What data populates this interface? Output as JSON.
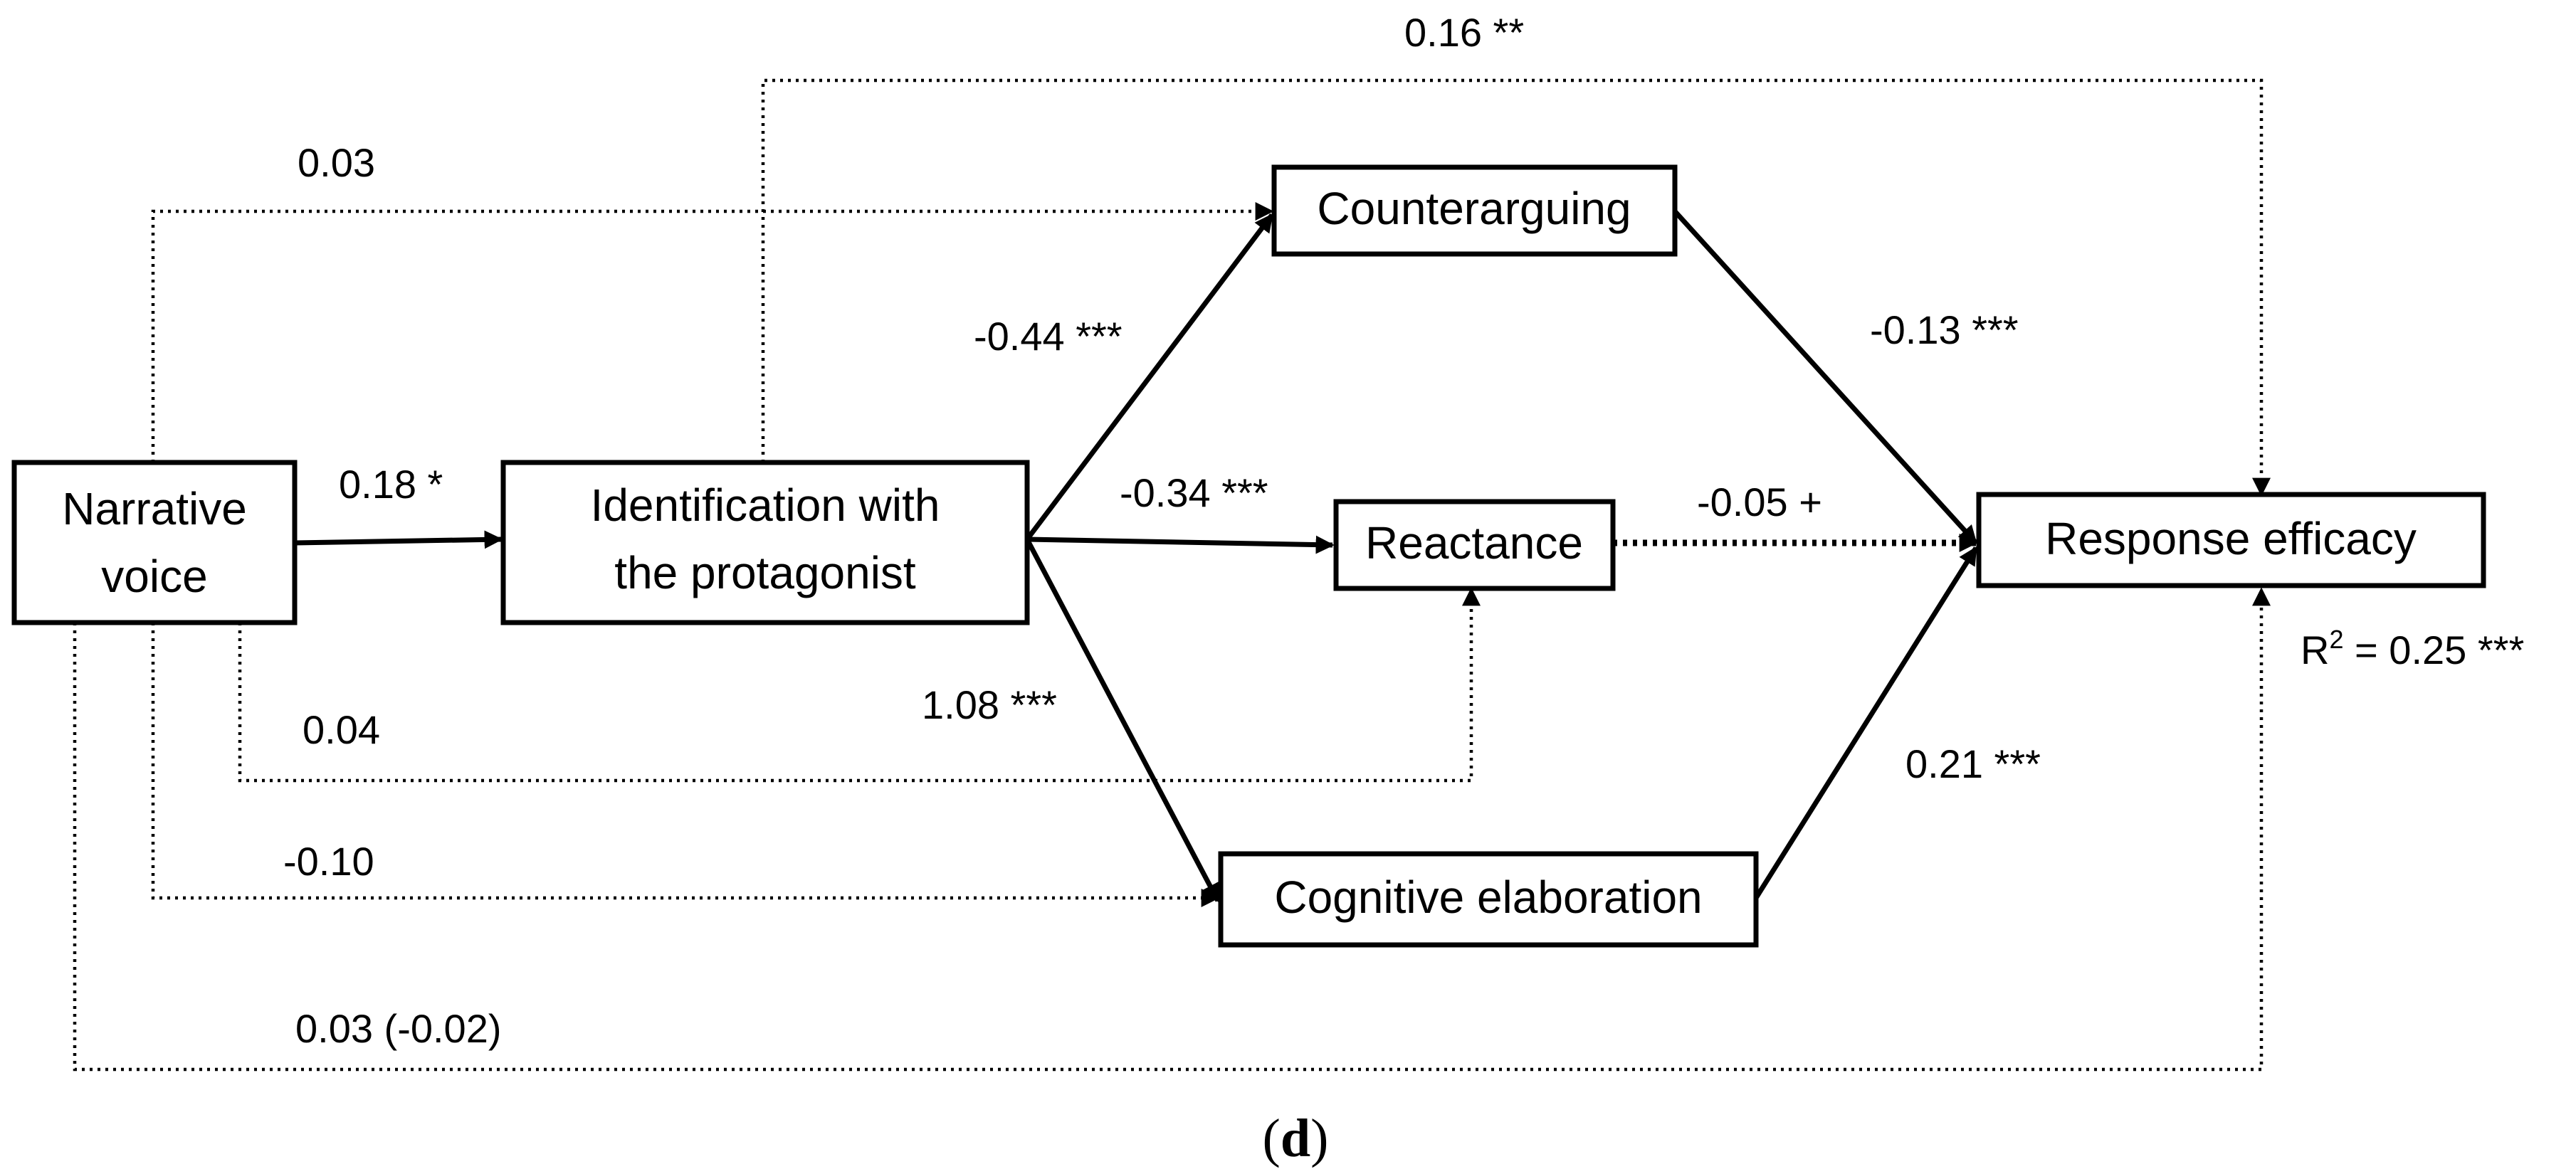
{
  "nodes": {
    "narrative_voice": [
      "Narrative",
      "voice"
    ],
    "identification": [
      "Identification with",
      "the protagonist"
    ],
    "counterarguing": [
      "Counterarguing"
    ],
    "reactance": [
      "Reactance"
    ],
    "cognitive_elaboration": [
      "Cognitive elaboration"
    ],
    "response_efficacy": [
      "Response efficacy"
    ]
  },
  "paths": {
    "nv_to_ident": "0.18 *",
    "ident_to_counter": "-0.44 ***",
    "ident_to_react": "-0.34 ***",
    "ident_to_cog": "1.08 ***",
    "counter_to_resp": "-0.13 ***",
    "react_to_resp": "-0.05 +",
    "cog_to_resp": "0.21 ***",
    "ident_to_resp_direct": "0.16 **",
    "nv_to_counter": "0.03",
    "nv_to_react": "0.04",
    "nv_to_cog": "-0.10",
    "nv_to_resp_direct": "0.03  (-0.02)"
  },
  "r2": {
    "prefix": "R",
    "sup": "2",
    "value": " = 0.25 ***"
  },
  "panel_label": {
    "open": "(",
    "letter": "d",
    "close": ")"
  }
}
